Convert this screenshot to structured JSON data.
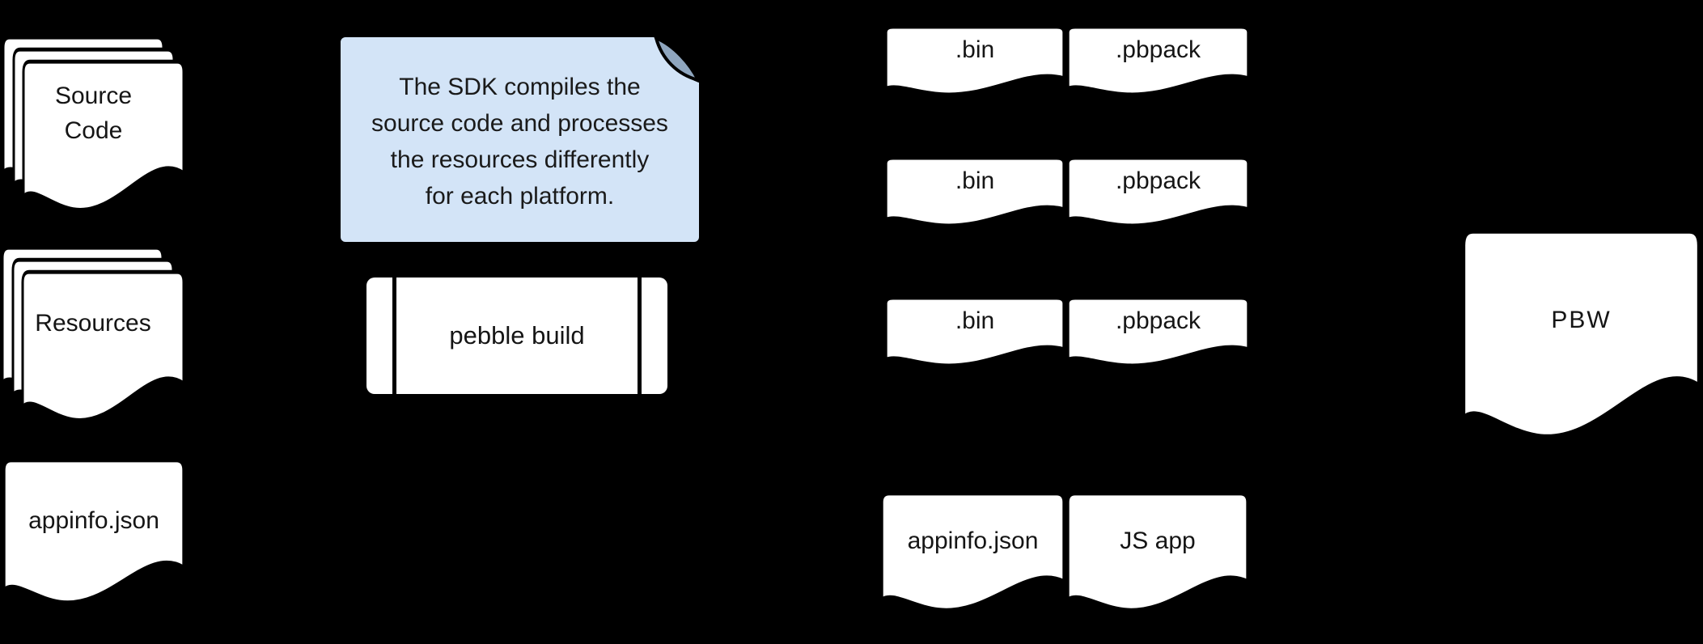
{
  "colors": {
    "background": "#000000",
    "document_fill": "#ffffff",
    "outline": "#000000",
    "note_fill": "#d3e4f7",
    "note_fold": "#8fa6bf",
    "text": "#151515"
  },
  "inputs": {
    "source_code": {
      "label": "Source\nCode"
    },
    "resources": {
      "label": "Resources"
    },
    "appinfo": {
      "label": "appinfo.json"
    }
  },
  "note": {
    "text": "The SDK compiles the\nsource code and processes\nthe resources differently\nfor each platform."
  },
  "process": {
    "label": "pebble build"
  },
  "outputs": {
    "row1": {
      "bin": ".bin",
      "pbpack": ".pbpack"
    },
    "row2": {
      "bin": ".bin",
      "pbpack": ".pbpack"
    },
    "row3": {
      "bin": ".bin",
      "pbpack": ".pbpack"
    },
    "row4": {
      "appinfo": "appinfo.json",
      "jsapp": "JS app"
    }
  },
  "result": {
    "label": "PBW"
  }
}
